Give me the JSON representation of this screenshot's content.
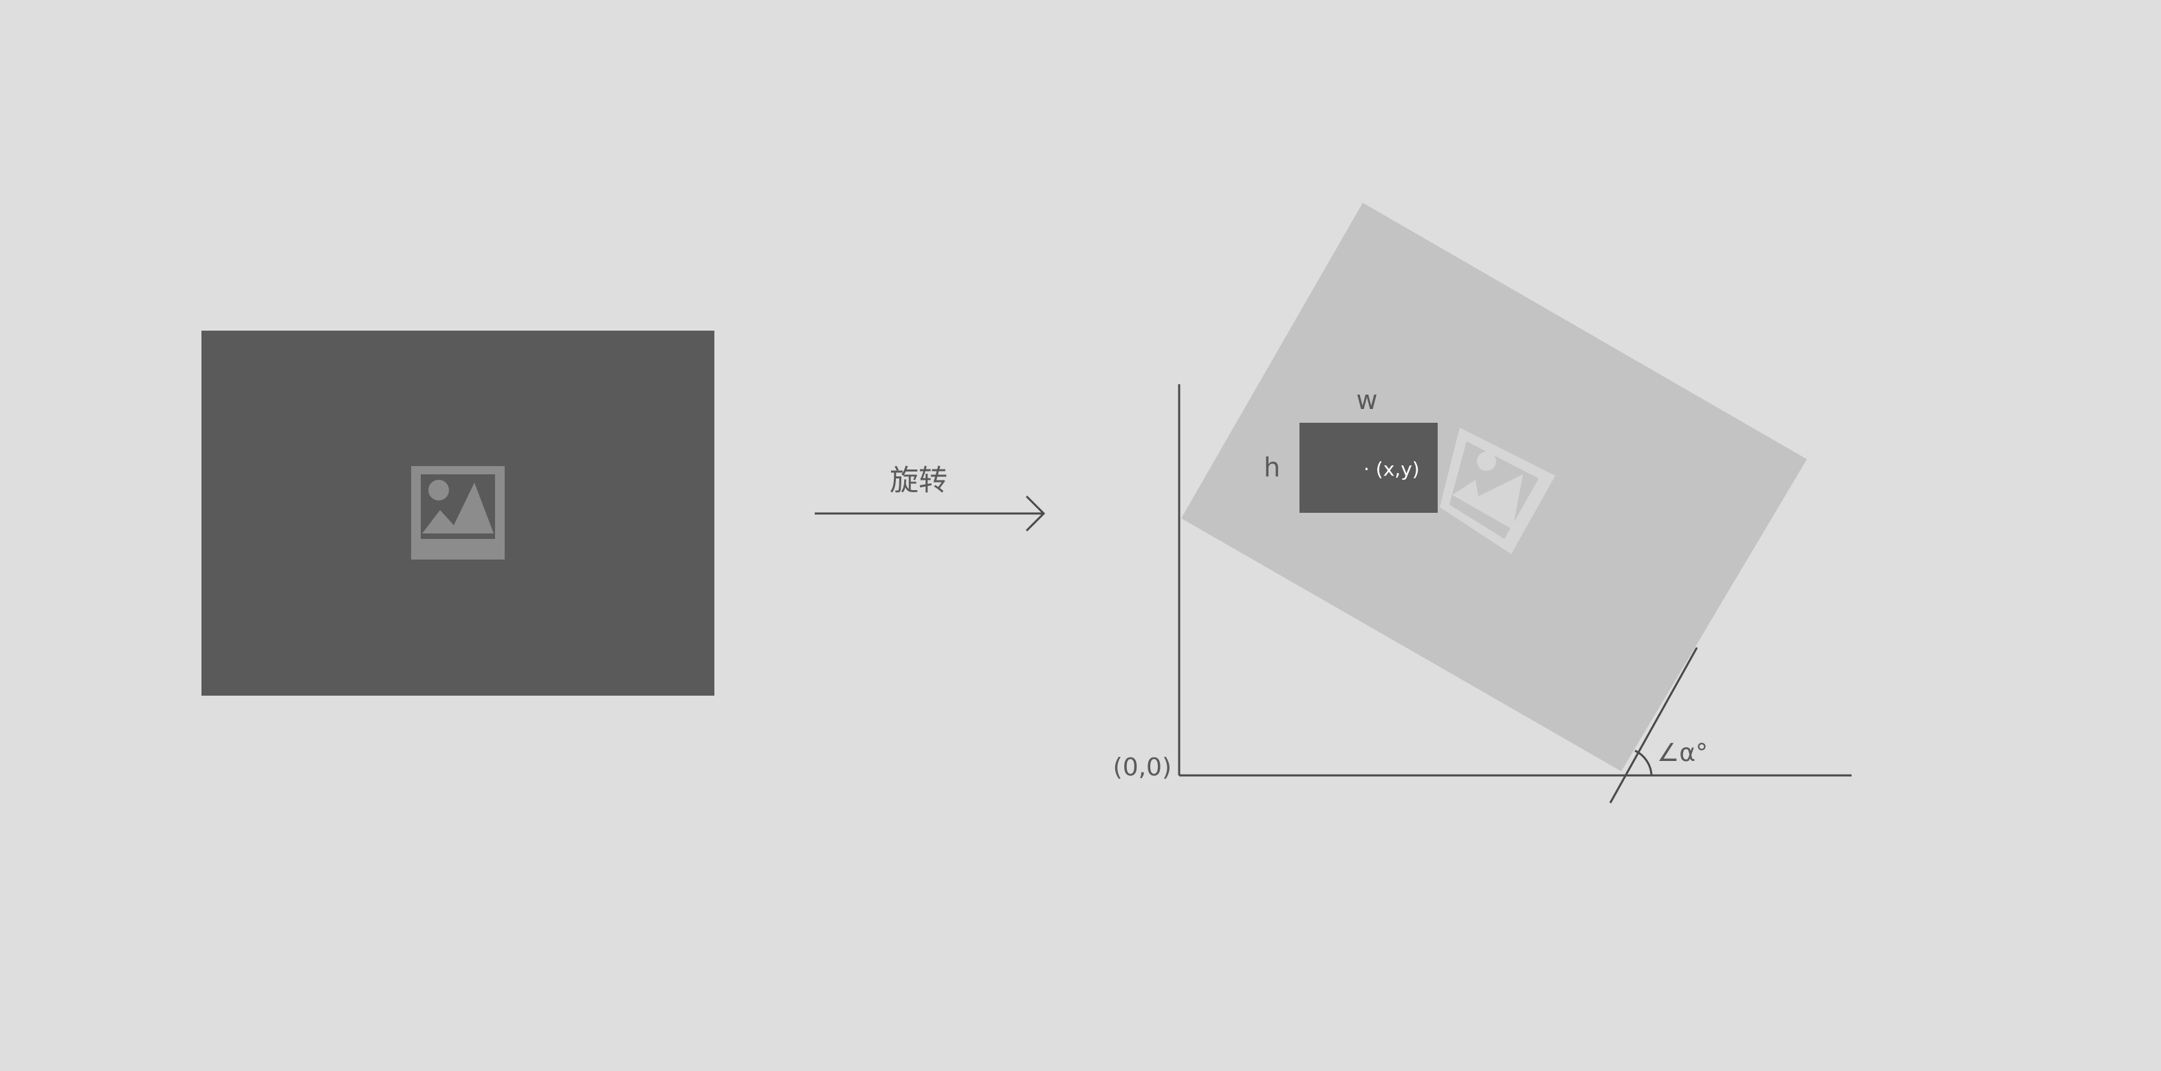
{
  "labels": {
    "rotate_arrow": "旋转",
    "width": "w",
    "height": "h",
    "point": "· (x,y)",
    "origin": "(0,0)",
    "angle": "∠α°"
  },
  "icons": {
    "source_image": "image-placeholder-icon",
    "rotated_image": "image-placeholder-icon"
  },
  "colors": {
    "background": "#dedede",
    "dark_rect": "#5a5a5a",
    "rotated_rect": "#c3c3c3",
    "icon_on_dark": "#8c8c8c",
    "icon_on_light": "#d6d6d6",
    "line": "#4a4a4a",
    "text": "#5a5a5a",
    "text_on_dark": "#ffffff"
  }
}
